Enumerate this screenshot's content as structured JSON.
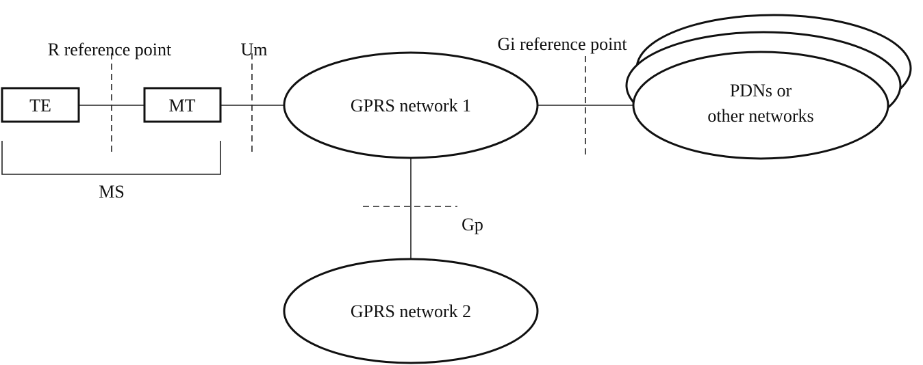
{
  "diagram": {
    "labels": {
      "r_reference_point": "R reference point",
      "um": "Um",
      "gi_reference_point": "Gi reference point",
      "gp": "Gp",
      "ms": "MS"
    },
    "nodes": {
      "te": "TE",
      "mt": "MT",
      "gprs_network_1": "GPRS network 1",
      "gprs_network_2": "GPRS network 2",
      "pdns_line1": "PDNs or",
      "pdns_line2": "other networks"
    }
  }
}
